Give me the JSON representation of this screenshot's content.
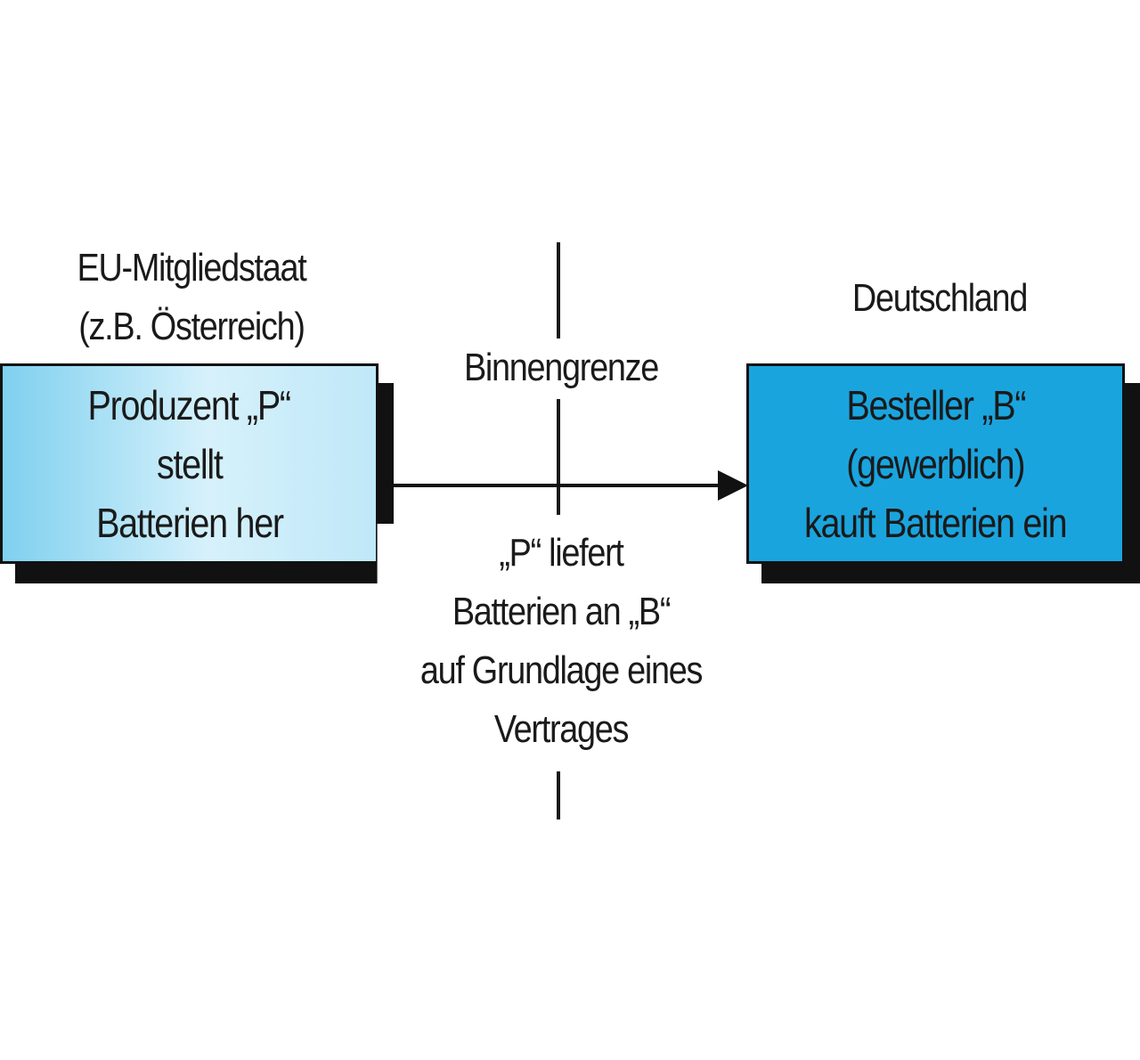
{
  "region_left": {
    "line1": "EU-Mitgliedstaat",
    "line2": "(z.B. Österreich)"
  },
  "region_right": {
    "label": "Deutschland"
  },
  "border": {
    "label": "Binnengrenze"
  },
  "producer_box": {
    "line1": "Produzent „P“",
    "line2": "stellt",
    "line3": "Batterien her"
  },
  "buyer_box": {
    "line1": "Besteller „B“",
    "line2": "(gewerblich)",
    "line3": "kauft Batterien ein"
  },
  "flow": {
    "line1": "„P“ liefert",
    "line2": "Batterien an „B“",
    "line3": "auf Grundlage eines",
    "line4": "Vertrages"
  },
  "colors": {
    "producer_fill": "#bfe8f8",
    "buyer_fill": "#1aa4de",
    "outline": "#111111"
  }
}
